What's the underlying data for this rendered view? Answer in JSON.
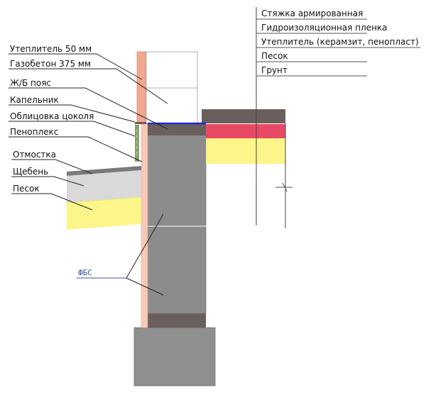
{
  "diagram": {
    "left_labels": [
      "Утеплитель 50 мм",
      "Газобетон 375 мм",
      "Ж/Б пояс",
      "Капельник",
      "Облицовка цоколя",
      "Пеноплекс",
      "Отмостка",
      "Щебень",
      "Песок"
    ],
    "right_labels": [
      "Стяжка армированная",
      "Гидроизоляционная пленка",
      "Утеплитель (керамзит, пенопласт)",
      "Песок",
      "Грунт"
    ],
    "fbs_label": "ФБС",
    "colors": {
      "aerated_concrete": "#ffffff",
      "insulation_50": "#f2a88f",
      "belt": "#6a5f5c",
      "fbs": "#8c8c8c",
      "penoplex": "#f7c9b8",
      "sand": "#fbf58a",
      "gravel": "#d9d9d9",
      "screed": "#6a5f5c",
      "floor_insulation": "#e84a66",
      "waterproofing": "#1f2ad6",
      "foundation_cushion": "#8f8f8f",
      "cladding": "#8aa36a"
    }
  }
}
